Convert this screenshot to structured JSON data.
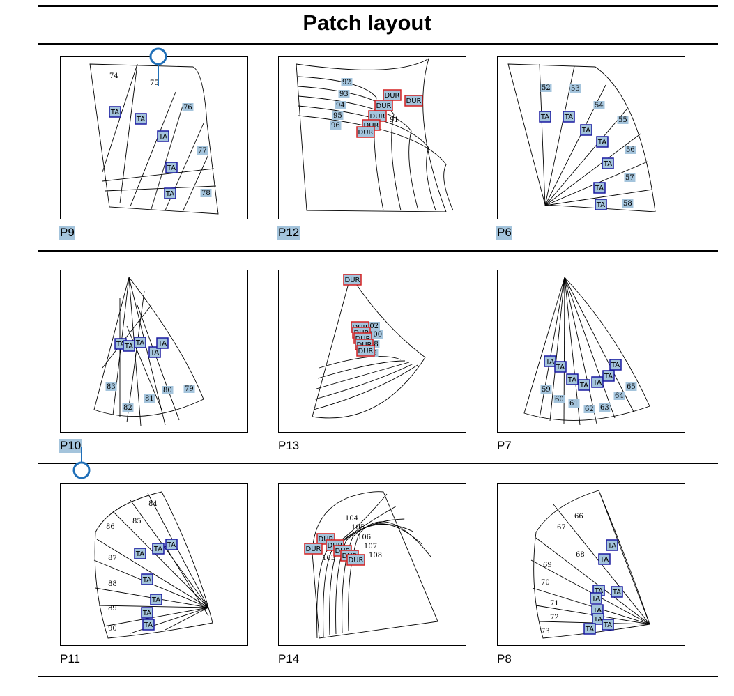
{
  "title": "Patch layout",
  "colors": {
    "highlight": "#a4c4dc",
    "ta_border": "#1a1aa0",
    "dur_border": "#d42020",
    "pin": "#1f6fb8"
  },
  "icons": [
    "pin-marker-icon"
  ],
  "panels": [
    {
      "label": "P9",
      "label_highlight": true,
      "numbers": [
        "74",
        "75",
        "76",
        "77",
        "78"
      ],
      "tags": [
        "TA",
        "TA",
        "TA",
        "TA",
        "TA"
      ]
    },
    {
      "label": "P12",
      "label_highlight": true,
      "numbers": [
        "92",
        "93",
        "94",
        "95",
        "96",
        "91"
      ],
      "tags": [
        "DUR",
        "DUR",
        "DUR",
        "DUR",
        "DUR",
        "DUR"
      ]
    },
    {
      "label": "P6",
      "label_highlight": true,
      "numbers": [
        "52",
        "53",
        "54",
        "55",
        "56",
        "57",
        "58"
      ],
      "tags": [
        "TA",
        "TA",
        "TA",
        "TA",
        "TA",
        "TA",
        "TA"
      ]
    },
    {
      "label": "P10",
      "label_highlight": true,
      "numbers": [
        "83",
        "82",
        "81",
        "80",
        "79"
      ],
      "tags": [
        "TA",
        "TA",
        "TA",
        "TA",
        "TA"
      ]
    },
    {
      "label": "P13",
      "label_highlight": false,
      "numbers": [
        "97",
        "102",
        "100",
        "98",
        "99"
      ],
      "tags": [
        "DUR",
        "DUR",
        "DUR",
        "DUR",
        "DUR",
        "DUR"
      ]
    },
    {
      "label": "P7",
      "label_highlight": false,
      "numbers": [
        "59",
        "60",
        "61",
        "62",
        "63",
        "64",
        "65"
      ],
      "tags": [
        "TA",
        "TA",
        "TA",
        "TA",
        "TA",
        "TA",
        "TA"
      ]
    },
    {
      "label": "P11",
      "label_highlight": false,
      "numbers": [
        "84",
        "85",
        "86",
        "87",
        "88",
        "89",
        "90"
      ],
      "tags": [
        "TA",
        "TA",
        "TA",
        "TA",
        "TA",
        "TA",
        "TA"
      ]
    },
    {
      "label": "P14",
      "label_highlight": false,
      "numbers": [
        "104",
        "105",
        "106",
        "107",
        "108",
        "103"
      ],
      "tags": [
        "DUR",
        "DUR",
        "DUR",
        "DUR",
        "DUR",
        "DUR"
      ]
    },
    {
      "label": "P8",
      "label_highlight": false,
      "numbers": [
        "66",
        "67",
        "68",
        "69",
        "70",
        "71",
        "72",
        "73"
      ],
      "tags": [
        "TA",
        "TA",
        "TA",
        "TA",
        "TA",
        "TA",
        "TA",
        "TA",
        "TA"
      ]
    }
  ]
}
